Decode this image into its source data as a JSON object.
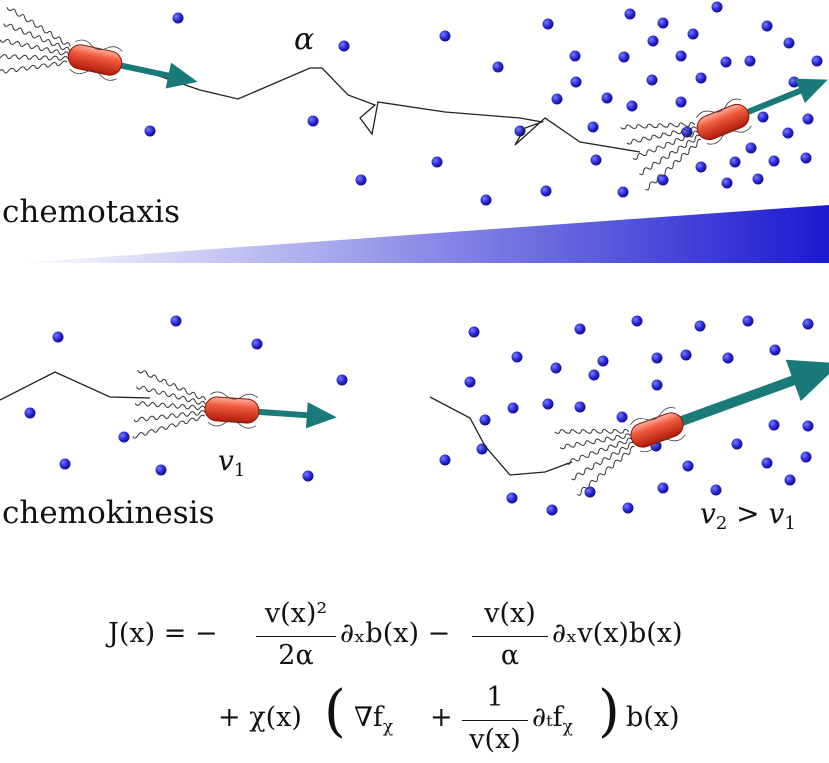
{
  "labels": {
    "alpha": "α",
    "chemotaxis": "chemotaxis",
    "chemokinesis": "chemokinesis",
    "v1": "v",
    "v1_sub": "1",
    "v2_v1_a": "v",
    "v2_v1_a_sub": "2",
    "v2_v1_gt": " > ",
    "v2_v1_b": "v",
    "v2_v1_b_sub": "1"
  },
  "equation": {
    "line1_lhs": "J(x) = −",
    "frac1_num": "v(x)²",
    "frac1_den": "2α",
    "term1_tail": "∂ₓb(x) −",
    "frac2_num": "v(x)",
    "frac2_den": "α",
    "term2_tail": "∂ₓv(x)b(x)",
    "line2_start": "+ χ(x)",
    "paren_open": "(",
    "nabla_f": "∇f",
    "chi_sub": "χ",
    "plus": "+",
    "frac3_num": "1",
    "frac3_den": "v(x)",
    "dt_f": "∂ₜf",
    "paren_close": ")",
    "line2_end": "b(x)"
  },
  "colors": {
    "molecule": "#2a2ad8",
    "arrow": "#1a7a7a",
    "bacterium": "#e8402a",
    "gradient_end": "#1a1ad0",
    "path": "#222222"
  }
}
